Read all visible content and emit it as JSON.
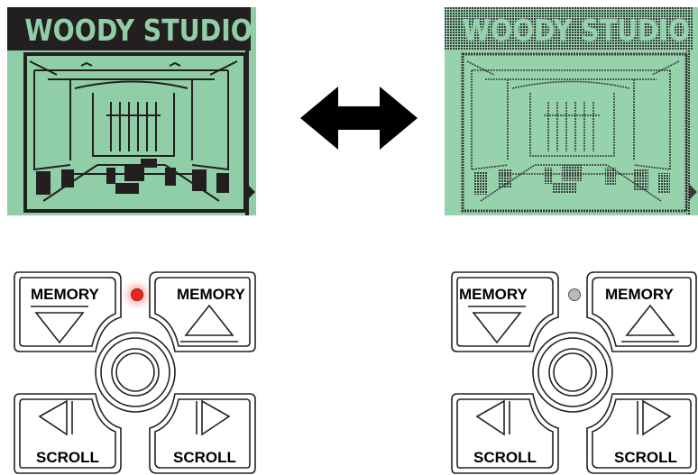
{
  "displays": {
    "left": {
      "title": "WOODY STUDIO",
      "state": "lit"
    },
    "right": {
      "title": "WOODY STUDIO",
      "state": "dim"
    }
  },
  "panels": {
    "left": {
      "memory_down": "MEMORY",
      "memory_up": "MEMORY",
      "scroll_left": "SCROLL",
      "scroll_right": "SCROLL",
      "led": "on"
    },
    "right": {
      "memory_down": "MEMORY",
      "memory_up": "MEMORY",
      "scroll_left": "SCROLL",
      "scroll_right": "SCROLL",
      "led": "off"
    }
  },
  "colors": {
    "lcd_green": "#8fcea6",
    "lcd_ink": "#222222",
    "led_on": "#e8251f",
    "led_off": "#b9b9b9"
  }
}
